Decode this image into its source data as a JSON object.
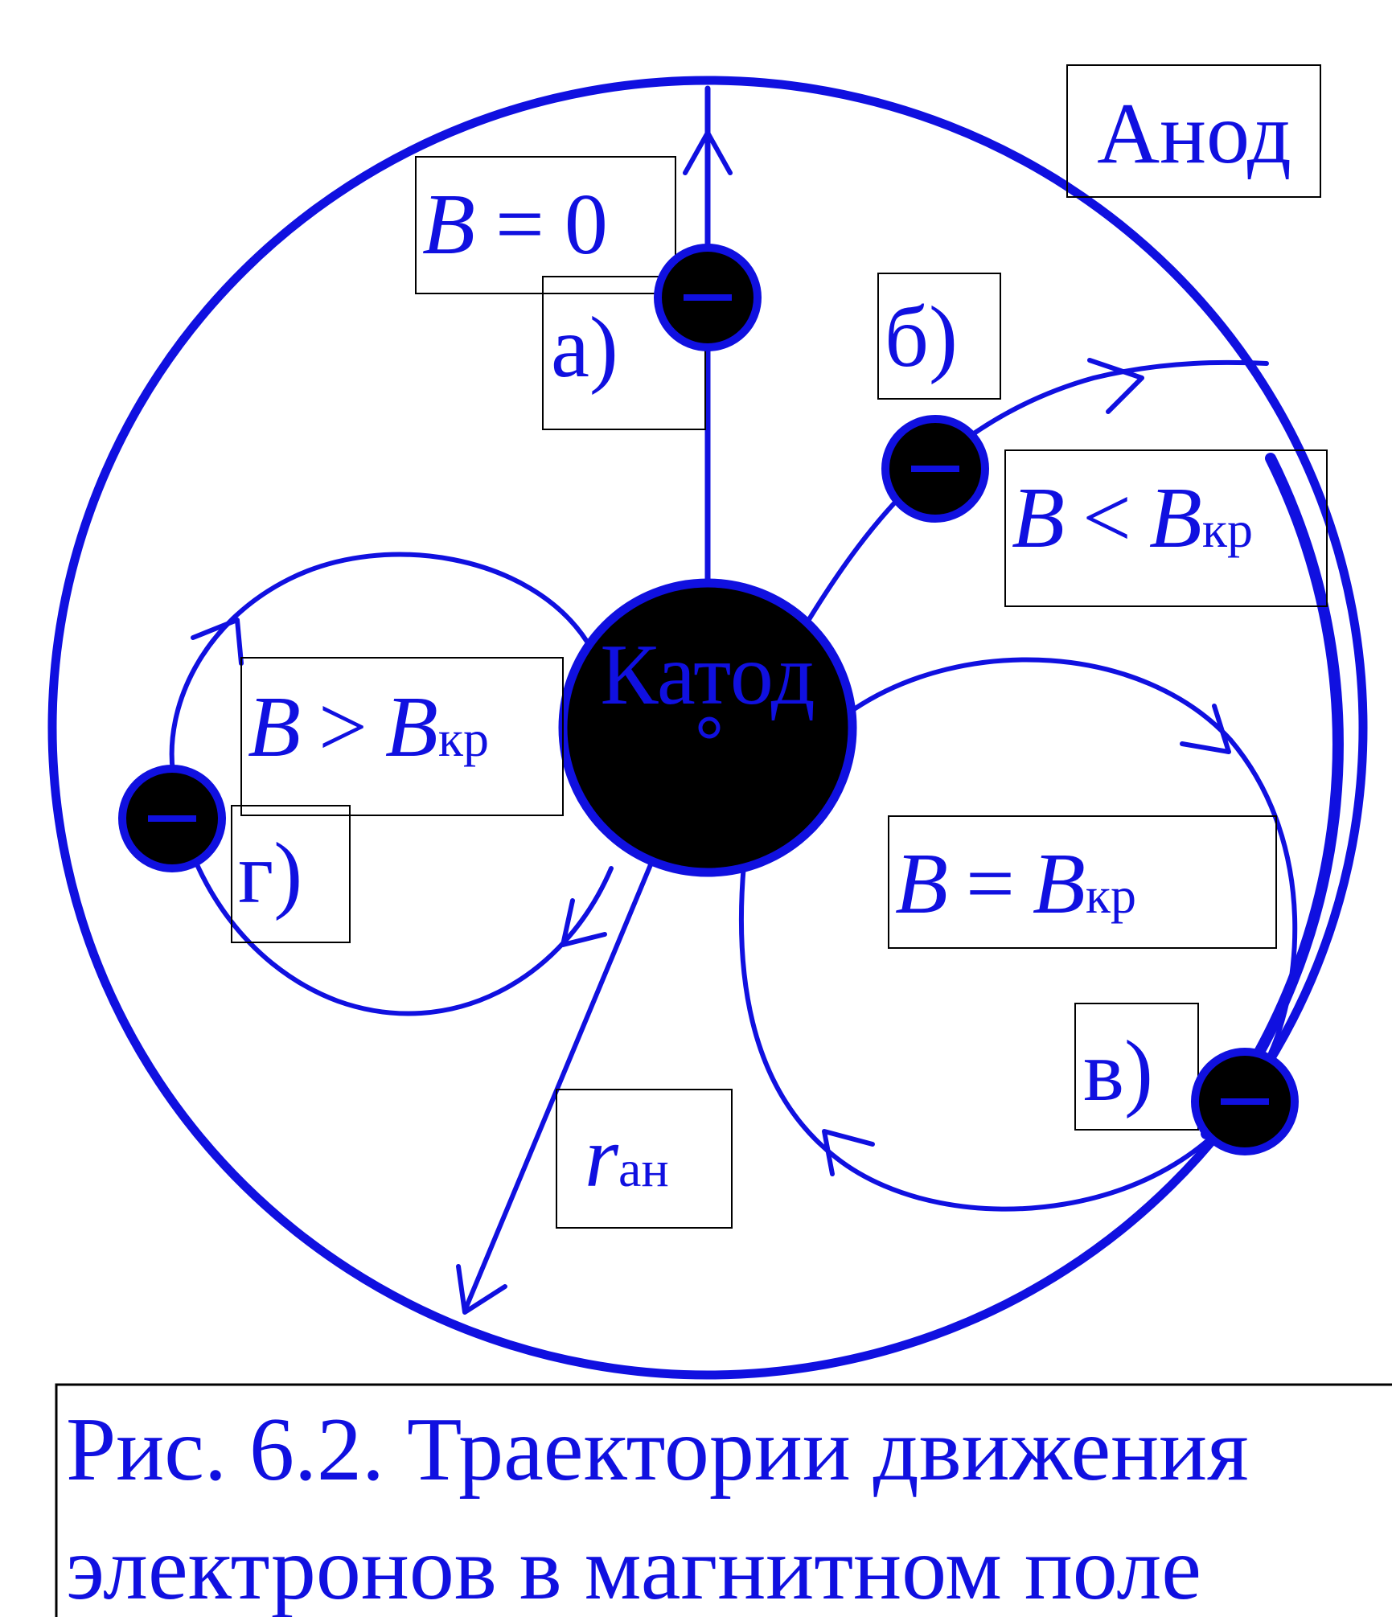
{
  "labels": {
    "anode": "Анод",
    "cathode": "Катод",
    "case_a": "а)",
    "case_b": "б)",
    "case_v": "в)",
    "case_g": "г)",
    "radius": {
      "symbol": "r",
      "subscript": "ан"
    },
    "cond_a": {
      "lhs": "B",
      "op": "=",
      "rhs": "0"
    },
    "cond_b": {
      "lhs": "B",
      "op": "<",
      "rhs": "B",
      "sub": "кр"
    },
    "cond_v": {
      "lhs": "B",
      "op": "=",
      "rhs": "B",
      "sub": "кр"
    },
    "cond_g": {
      "lhs": "B",
      "op": ">",
      "rhs": "B",
      "sub": "кр"
    },
    "electron_sign": "–"
  },
  "caption": {
    "line1": "Рис. 6.2. Траектории движения",
    "line2": "электронов в магнитном поле"
  },
  "colors": {
    "accent": "#1010e0",
    "cathode": "#000000",
    "box": "#000000"
  },
  "icons": {
    "electron": "minus-sign-in-black-circle",
    "arrow": "open-chevron-arrow"
  }
}
